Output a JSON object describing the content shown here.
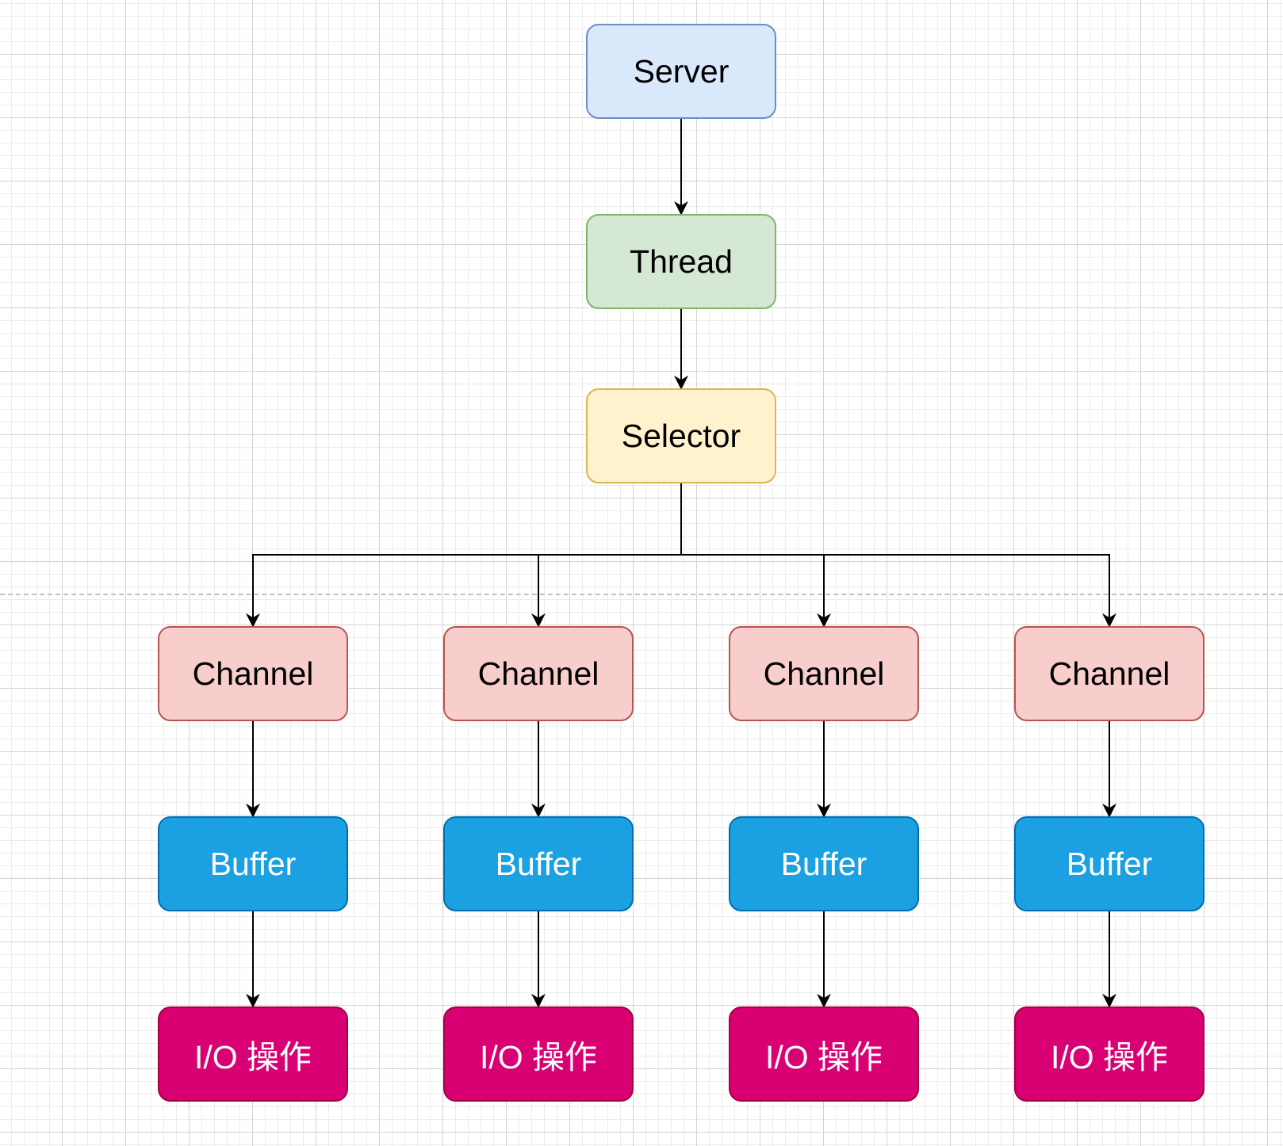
{
  "diagram": {
    "nodes": [
      {
        "id": "server",
        "label": "Server",
        "fill": "#dae8fc",
        "stroke": "#6c8ebf",
        "text_color": "#000000"
      },
      {
        "id": "thread",
        "label": "Thread",
        "fill": "#d5e8d4",
        "stroke": "#82b366",
        "text_color": "#000000"
      },
      {
        "id": "selector",
        "label": "Selector",
        "fill": "#fff2cc",
        "stroke": "#d6b656",
        "text_color": "#000000"
      },
      {
        "id": "channel-1",
        "label": "Channel",
        "fill": "#f8cecc",
        "stroke": "#b85450",
        "text_color": "#000000"
      },
      {
        "id": "channel-2",
        "label": "Channel",
        "fill": "#f8cecc",
        "stroke": "#b85450",
        "text_color": "#000000"
      },
      {
        "id": "channel-3",
        "label": "Channel",
        "fill": "#f8cecc",
        "stroke": "#b85450",
        "text_color": "#000000"
      },
      {
        "id": "channel-4",
        "label": "Channel",
        "fill": "#f8cecc",
        "stroke": "#b85450",
        "text_color": "#000000"
      },
      {
        "id": "buffer-1",
        "label": "Buffer",
        "fill": "#1ba1e2",
        "stroke": "#006eaf",
        "text_color": "#ffffff"
      },
      {
        "id": "buffer-2",
        "label": "Buffer",
        "fill": "#1ba1e2",
        "stroke": "#006eaf",
        "text_color": "#ffffff"
      },
      {
        "id": "buffer-3",
        "label": "Buffer",
        "fill": "#1ba1e2",
        "stroke": "#006eaf",
        "text_color": "#ffffff"
      },
      {
        "id": "buffer-4",
        "label": "Buffer",
        "fill": "#1ba1e2",
        "stroke": "#006eaf",
        "text_color": "#ffffff"
      },
      {
        "id": "io-1",
        "label": "I/O 操作",
        "fill": "#d80073",
        "stroke": "#a50040",
        "text_color": "#ffffff"
      },
      {
        "id": "io-2",
        "label": "I/O 操作",
        "fill": "#d80073",
        "stroke": "#a50040",
        "text_color": "#ffffff"
      },
      {
        "id": "io-3",
        "label": "I/O 操作",
        "fill": "#d80073",
        "stroke": "#a50040",
        "text_color": "#ffffff"
      },
      {
        "id": "io-4",
        "label": "I/O 操作",
        "fill": "#d80073",
        "stroke": "#a50040",
        "text_color": "#ffffff"
      }
    ],
    "edges": [
      {
        "from": "server",
        "to": "thread"
      },
      {
        "from": "thread",
        "to": "selector"
      },
      {
        "from": "selector",
        "to": "channel-1"
      },
      {
        "from": "selector",
        "to": "channel-2"
      },
      {
        "from": "selector",
        "to": "channel-3"
      },
      {
        "from": "selector",
        "to": "channel-4"
      },
      {
        "from": "channel-1",
        "to": "buffer-1"
      },
      {
        "from": "channel-2",
        "to": "buffer-2"
      },
      {
        "from": "channel-3",
        "to": "buffer-3"
      },
      {
        "from": "channel-4",
        "to": "buffer-4"
      },
      {
        "from": "buffer-1",
        "to": "io-1"
      },
      {
        "from": "buffer-2",
        "to": "io-2"
      },
      {
        "from": "buffer-3",
        "to": "io-3"
      },
      {
        "from": "buffer-4",
        "to": "io-4"
      }
    ],
    "edge_color": "#000000",
    "grid_color": "#d4d4d4",
    "page_break_color": "#c2c2c2"
  }
}
